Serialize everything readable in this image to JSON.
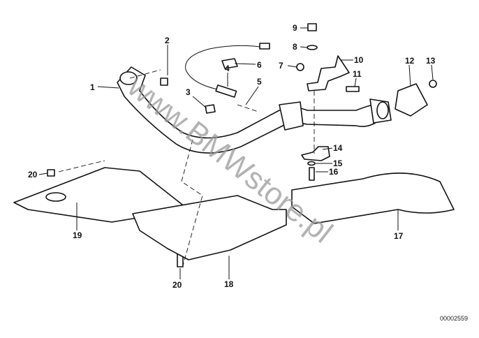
{
  "diagram": {
    "callouts": [
      "1",
      "2",
      "3",
      "4",
      "5",
      "6",
      "7",
      "8",
      "9",
      "10",
      "11",
      "12",
      "13",
      "14",
      "15",
      "16",
      "17",
      "18",
      "19",
      "20",
      "20"
    ],
    "diagram_code": "00002559",
    "watermark": "www.BMWstore.pl"
  }
}
